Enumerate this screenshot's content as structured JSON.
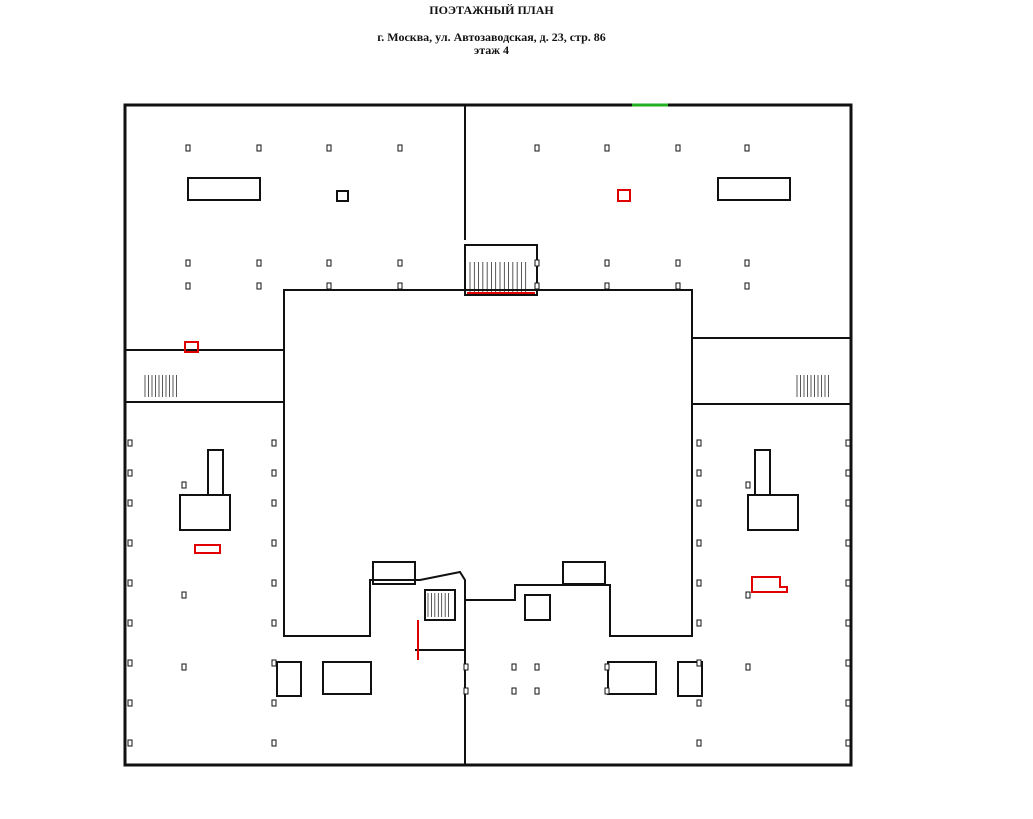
{
  "header": {
    "title": "ПОЭТАЖНЫЙ ПЛАН",
    "address": "г. Москва, ул. Автозаводская, д. 23, стр. 86",
    "floor": "этаж 4"
  },
  "colors": {
    "wall": "#111111",
    "highlight": "#e00000",
    "dimension": "#22b022"
  }
}
